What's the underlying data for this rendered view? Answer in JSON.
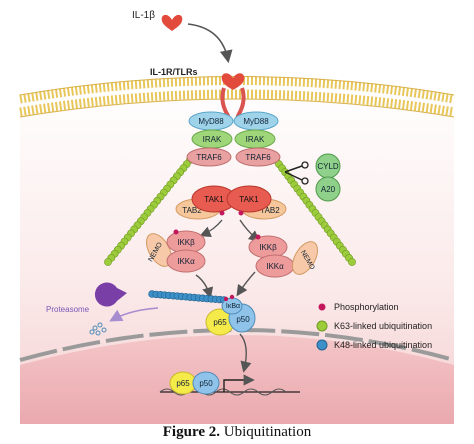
{
  "diagram": {
    "ligand": "IL-1β",
    "receptor": "IL-1R/TLRs",
    "myd88_left": "MyD88",
    "myd88_right": "MyD88",
    "irak_left": "IRAK",
    "irak_right": "IRAK",
    "traf6_left": "TRAF6",
    "traf6_right": "TRAF6",
    "cyld": "CYLD",
    "a20": "A20",
    "tak1_left": "TAK1",
    "tak1_right": "TAK1",
    "tab2_left": "TAB2",
    "tab2_right": "TAB2",
    "nemo_left": "NEMO",
    "nemo_right": "NEMO",
    "ikkb_left": "IKKβ",
    "ikka_left": "IKKα",
    "ikkb_right": "IKKβ",
    "ikka_right": "IKKα",
    "proteasome": "Proteasome",
    "ikba": "IκBα",
    "p65": "p65",
    "p50": "p50",
    "nuc_p65": "p65",
    "nuc_p50": "p50"
  },
  "legend": [
    {
      "label": "Phosphorylation",
      "color": "#c2185b"
    },
    {
      "label": "K63-linked ubiquitination",
      "color": "#9ccc3c"
    },
    {
      "label": "K48-linked ubiquitination",
      "color": "#3d8fc8"
    }
  ],
  "caption": {
    "label": "Figure 2.",
    "text": "Ubiquitination"
  },
  "colors": {
    "membrane": "#f5d76e",
    "receptor": "#d9534f",
    "myd88": "#9fd3ea",
    "irak": "#9fd67a",
    "traf6": "#e8a0a0",
    "tak1": "#e85b50",
    "tab2": "#f6c79a",
    "ikk": "#ee9b9b",
    "nemo": "#f7c9a8",
    "green_ub": "#9ccc3c",
    "blue_ub": "#3d8fc8",
    "phospho": "#c2185b",
    "p65": "#f4ea4a",
    "p50": "#8fc3ea",
    "proteasome": "#7a3fa6",
    "nucleus": "#f6d4d4"
  }
}
